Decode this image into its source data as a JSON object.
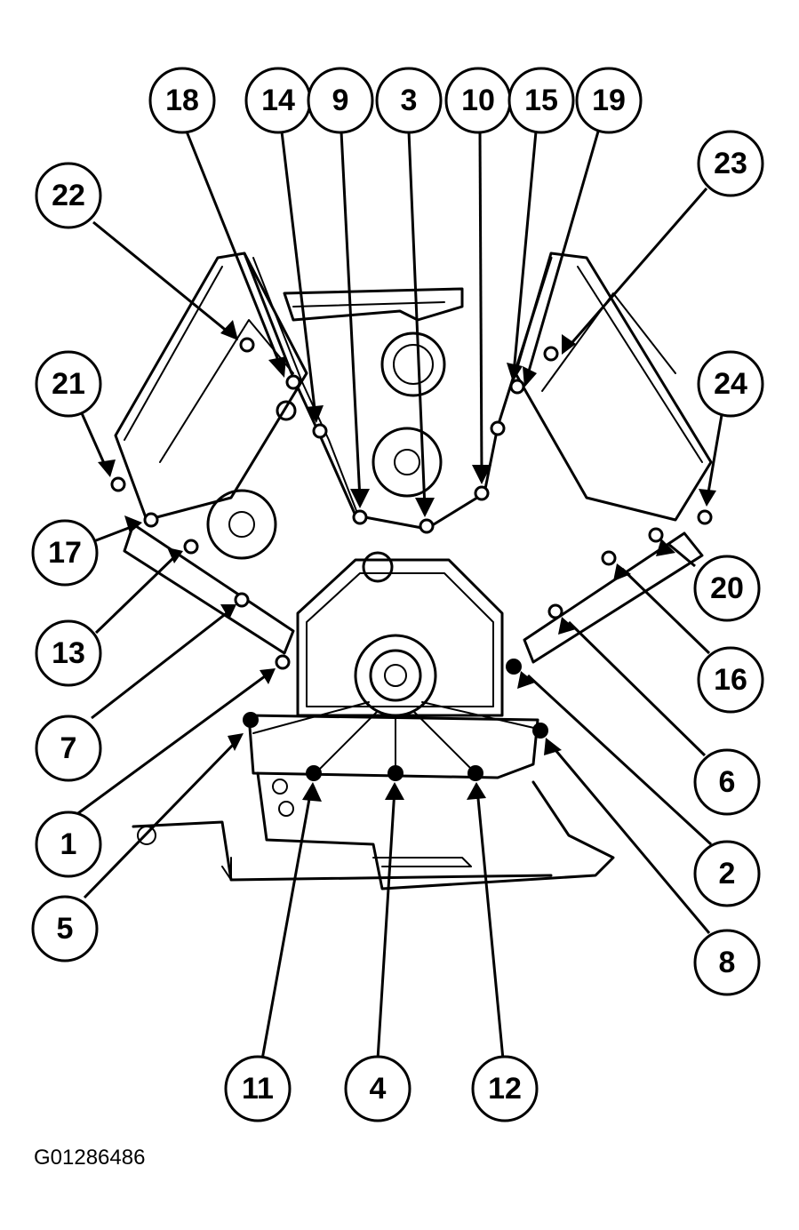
{
  "figure_id": "G01286486",
  "colors": {
    "ink": "#000000",
    "paper": "#ffffff"
  },
  "callouts": [
    {
      "label": "18"
    },
    {
      "label": "14"
    },
    {
      "label": "9"
    },
    {
      "label": "3"
    },
    {
      "label": "10"
    },
    {
      "label": "15"
    },
    {
      "label": "19"
    },
    {
      "label": "22"
    },
    {
      "label": "23"
    },
    {
      "label": "21"
    },
    {
      "label": "24"
    },
    {
      "label": "17"
    },
    {
      "label": "20"
    },
    {
      "label": "13"
    },
    {
      "label": "16"
    },
    {
      "label": "7"
    },
    {
      "label": "6"
    },
    {
      "label": "1"
    },
    {
      "label": "2"
    },
    {
      "label": "5"
    },
    {
      "label": "8"
    },
    {
      "label": "11"
    },
    {
      "label": "4"
    },
    {
      "label": "12"
    }
  ]
}
